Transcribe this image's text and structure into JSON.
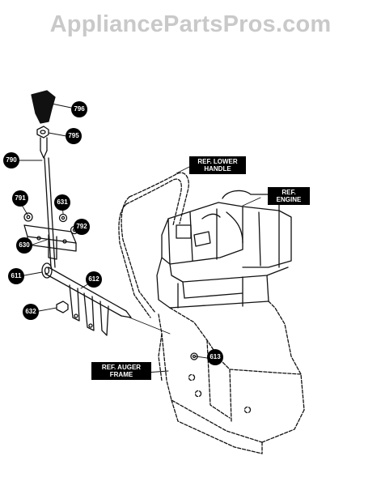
{
  "header_fragments": [
    "",
    "",
    ""
  ],
  "watermark": "AppliancePartsPros.com",
  "ref_labels": {
    "lower_handle": "REF. LOWER HANDLE",
    "engine": "REF. ENGINE",
    "auger_frame": "REF. AUGER FRAME"
  },
  "callouts": {
    "c796": "796",
    "c795": "795",
    "c790": "790",
    "c791": "791",
    "c631": "631",
    "c792": "792",
    "c630": "630",
    "c611": "611",
    "c612": "612",
    "c632": "632",
    "c613": "613"
  }
}
